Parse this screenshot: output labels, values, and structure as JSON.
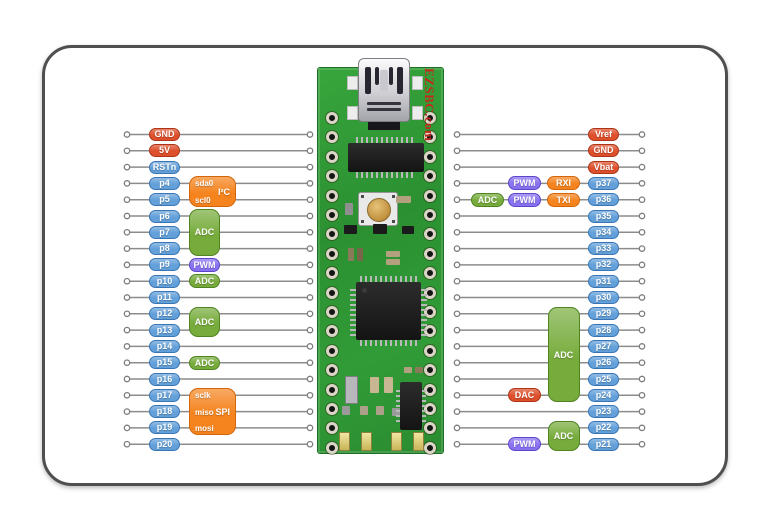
{
  "title": "Microcontroller board pinout diagram",
  "board": {
    "brand": "EZSBC.com"
  },
  "colors": {
    "fill": {
      "power": "#DE4F2B",
      "gpio": "#63A0D9",
      "adc": "#77AC3C",
      "pwm": "#8971F1",
      "bus": "#F5841F"
    },
    "border": {
      "power": "#AC3517",
      "gpio": "#3A76B4",
      "adc": "#4F8420",
      "pwm": "#5B45C9",
      "bus": "#D4660A"
    },
    "wire": "#8C8C8C",
    "frame": "#4F4F4F",
    "board_green": "#2F9A35",
    "brand_red": "#C32A1C"
  },
  "left_pins": [
    {
      "name": "GND",
      "type": "power"
    },
    {
      "name": "5V",
      "type": "power"
    },
    {
      "name": "RSTn",
      "type": "gpio"
    },
    {
      "name": "p4",
      "type": "gpio"
    },
    {
      "name": "p5",
      "type": "gpio"
    },
    {
      "name": "p6",
      "type": "gpio"
    },
    {
      "name": "p7",
      "type": "gpio"
    },
    {
      "name": "p8",
      "type": "gpio"
    },
    {
      "name": "p9",
      "type": "gpio"
    },
    {
      "name": "p10",
      "type": "gpio"
    },
    {
      "name": "p11",
      "type": "gpio"
    },
    {
      "name": "p12",
      "type": "gpio"
    },
    {
      "name": "p13",
      "type": "gpio"
    },
    {
      "name": "p14",
      "type": "gpio"
    },
    {
      "name": "p15",
      "type": "gpio"
    },
    {
      "name": "p16",
      "type": "gpio"
    },
    {
      "name": "p17",
      "type": "gpio"
    },
    {
      "name": "p18",
      "type": "gpio"
    },
    {
      "name": "p19",
      "type": "gpio"
    },
    {
      "name": "p20",
      "type": "gpio"
    }
  ],
  "right_pins": [
    {
      "name": "Vref",
      "type": "power"
    },
    {
      "name": "GND",
      "type": "power"
    },
    {
      "name": "Vbat",
      "type": "power"
    },
    {
      "name": "p37",
      "type": "gpio"
    },
    {
      "name": "p36",
      "type": "gpio"
    },
    {
      "name": "p35",
      "type": "gpio"
    },
    {
      "name": "p34",
      "type": "gpio"
    },
    {
      "name": "p33",
      "type": "gpio"
    },
    {
      "name": "p32",
      "type": "gpio"
    },
    {
      "name": "p31",
      "type": "gpio"
    },
    {
      "name": "p30",
      "type": "gpio"
    },
    {
      "name": "p29",
      "type": "gpio"
    },
    {
      "name": "p28",
      "type": "gpio"
    },
    {
      "name": "p27",
      "type": "gpio"
    },
    {
      "name": "p26",
      "type": "gpio"
    },
    {
      "name": "p25",
      "type": "gpio"
    },
    {
      "name": "p24",
      "type": "gpio"
    },
    {
      "name": "p23",
      "type": "gpio"
    },
    {
      "name": "p22",
      "type": "gpio"
    },
    {
      "name": "p21",
      "type": "gpio"
    }
  ],
  "left_functions": [
    {
      "label": "I²C",
      "type": "bus",
      "row_start": 3,
      "row_end": 4,
      "wide": true,
      "sub": [
        "sda0",
        "scl0"
      ]
    },
    {
      "label": "ADC",
      "type": "adc",
      "row_start": 5,
      "row_end": 7
    },
    {
      "label": "PWM",
      "type": "pwm",
      "row_start": 8,
      "row_end": 8
    },
    {
      "label": "ADC",
      "type": "adc",
      "row_start": 9,
      "row_end": 9
    },
    {
      "label": "ADC",
      "type": "adc",
      "row_start": 11,
      "row_end": 12
    },
    {
      "label": "ADC",
      "type": "adc",
      "row_start": 14,
      "row_end": 14
    },
    {
      "label": "SPI",
      "type": "bus",
      "row_start": 16,
      "row_end": 18,
      "wide": true,
      "sub": [
        "sclk",
        "miso",
        "mosi"
      ]
    }
  ],
  "right_functions": [
    {
      "label": "PWM",
      "type": "pwm",
      "row_start": 3,
      "row_end": 3,
      "col": 1
    },
    {
      "label": "RXI",
      "type": "bus",
      "row_start": 3,
      "row_end": 3,
      "col": 0
    },
    {
      "label": "ADC",
      "type": "adc",
      "row_start": 4,
      "row_end": 4,
      "col": 2
    },
    {
      "label": "PWM",
      "type": "pwm",
      "row_start": 4,
      "row_end": 4,
      "col": 1
    },
    {
      "label": "TXI",
      "type": "bus",
      "row_start": 4,
      "row_end": 4,
      "col": 0
    },
    {
      "label": "ADC",
      "type": "adc",
      "row_start": 11,
      "row_end": 16,
      "col": 0
    },
    {
      "label": "DAC",
      "type": "power",
      "row_start": 16,
      "row_end": 16,
      "col": 1
    },
    {
      "label": "ADC",
      "type": "adc",
      "row_start": 18,
      "row_end": 19,
      "col": 0
    },
    {
      "label": "PWM",
      "type": "pwm",
      "row_start": 19,
      "row_end": 19,
      "col": 1
    }
  ]
}
